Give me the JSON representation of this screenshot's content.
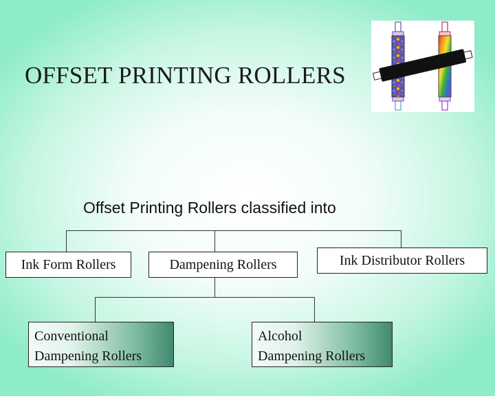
{
  "title": "OFFSET PRINTING ROLLERS",
  "logo": {
    "icon": "roller-diagram-icon",
    "colors": {
      "roller_bar": "#111111",
      "left_roller_base": "#6a4ea8",
      "rainbow": [
        "#e8332a",
        "#f39a1f",
        "#f2e12a",
        "#3cae3f",
        "#2f6fd1",
        "#8a43c8"
      ]
    }
  },
  "diagram": {
    "subtitle": "Offset Printing Rollers classified into",
    "level1": [
      {
        "label": "Ink Form Rollers"
      },
      {
        "label": "Dampening Rollers"
      },
      {
        "label": "Ink Distributor Rollers"
      }
    ],
    "level2": [
      {
        "line1": "Conventional",
        "line2": "Dampening Rollers"
      },
      {
        "line1": "Alcohol",
        "line2": "Dampening Rollers"
      }
    ]
  },
  "colors": {
    "background_edge": "#8eecc8",
    "background_center": "#ffffff",
    "box_gradient_dark": "#3f8a6f"
  }
}
